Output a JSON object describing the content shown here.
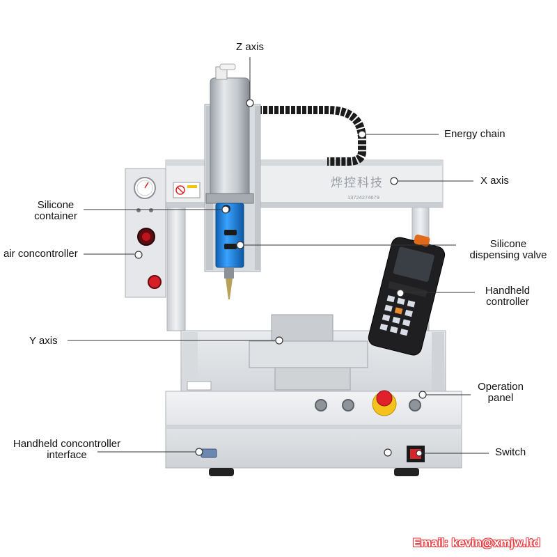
{
  "brand": {
    "cn_name": "烨控科技",
    "phone": "13724274679"
  },
  "labels": {
    "z_axis": "Z axis",
    "energy_chain": "Energy chain",
    "x_axis": "X axis",
    "silicone_container_1": "Silicone",
    "silicone_container_2": "container",
    "air_controller": "air concontroller",
    "dispensing_valve_1": "Silicone",
    "dispensing_valve_2": "dispensing valve",
    "handheld_controller_1": "Handheld",
    "handheld_controller_2": "controller",
    "y_axis": "Y axis",
    "operation_panel_1": "Operation",
    "operation_panel_2": "panel",
    "handheld_interface_1": "Handheld concontroller",
    "handheld_interface_2": "interface",
    "switch": "Switch"
  },
  "email": "Email: kevin@xmjw.ltd",
  "colors": {
    "frame": "#e4e6e9",
    "frame_shadow": "#b9bdc2",
    "valve_blue": "#1e7fd8",
    "emergency_red": "#e0202a",
    "emergency_yellow": "#f4c21a",
    "switch_red": "#d9242b",
    "chain": "#1b1b1b",
    "email_red": "#e8383d"
  }
}
